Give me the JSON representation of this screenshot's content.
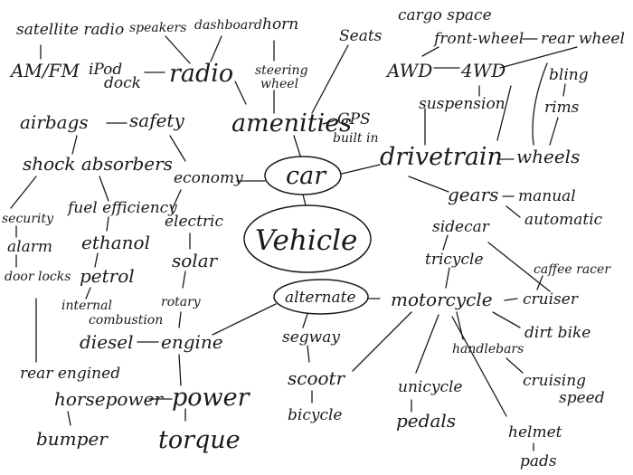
{
  "nodes": {
    "satellite_radio": "satellite radio",
    "speakers": "speakers",
    "dashboard": "dashboard",
    "horn": "horn",
    "seats": "Seats",
    "cargo_space": "cargo space",
    "front_wheel": "front-wheel",
    "rear_wheel": "rear wheel",
    "am_fm": "AM/FM",
    "ipod": "iPod",
    "dock": "dock",
    "radio": "radio",
    "steering_wheel_1": "steering",
    "steering_wheel_2": "wheel",
    "awd": "AWD",
    "fourwd": "4WD",
    "bling": "bling",
    "rims": "rims",
    "suspension": "suspension",
    "airbags": "airbags",
    "safety": "safety",
    "amenities": "amenities",
    "gps": "GPS",
    "builtin": "built in",
    "drivetrain": "drivetrain",
    "wheels": "wheels",
    "shock_absorbers": "shock absorbers",
    "economy": "economy",
    "car": "car",
    "gears": "gears",
    "manual": "manual",
    "automatic": "automatic",
    "security": "security",
    "fuel_efficiency": "fuel efficiency",
    "electric": "electric",
    "vehicle": "Vehicle",
    "sidecar": "sidecar",
    "alarm": "alarm",
    "ethanol": "ethanol",
    "solar": "solar",
    "tricycle": "tricycle",
    "cafe_racer": "caffee racer",
    "door_locks": "door locks",
    "petrol": "petrol",
    "internal_combustion_1": "internal",
    "internal_combustion_2": "combustion",
    "rotary": "rotary",
    "alternate": "alternate",
    "motorcycle": "motorcycle",
    "cruiser": "cruiser",
    "dirt_bike": "dirt bike",
    "diesel": "diesel",
    "engine": "engine",
    "segway": "segway",
    "handlebars": "handlebars",
    "rear_engined": "rear engined",
    "scooter": "scootr",
    "unicycle": "unicycle",
    "cruising_speed_1": "cruising",
    "cruising_speed_2": "speed",
    "horsepower": "horsepower",
    "power": "power",
    "bicycle": "bicycle",
    "pedals": "pedals",
    "helmet": "helmet",
    "bumper": "bumper",
    "torque": "torque",
    "pads": "pads"
  }
}
